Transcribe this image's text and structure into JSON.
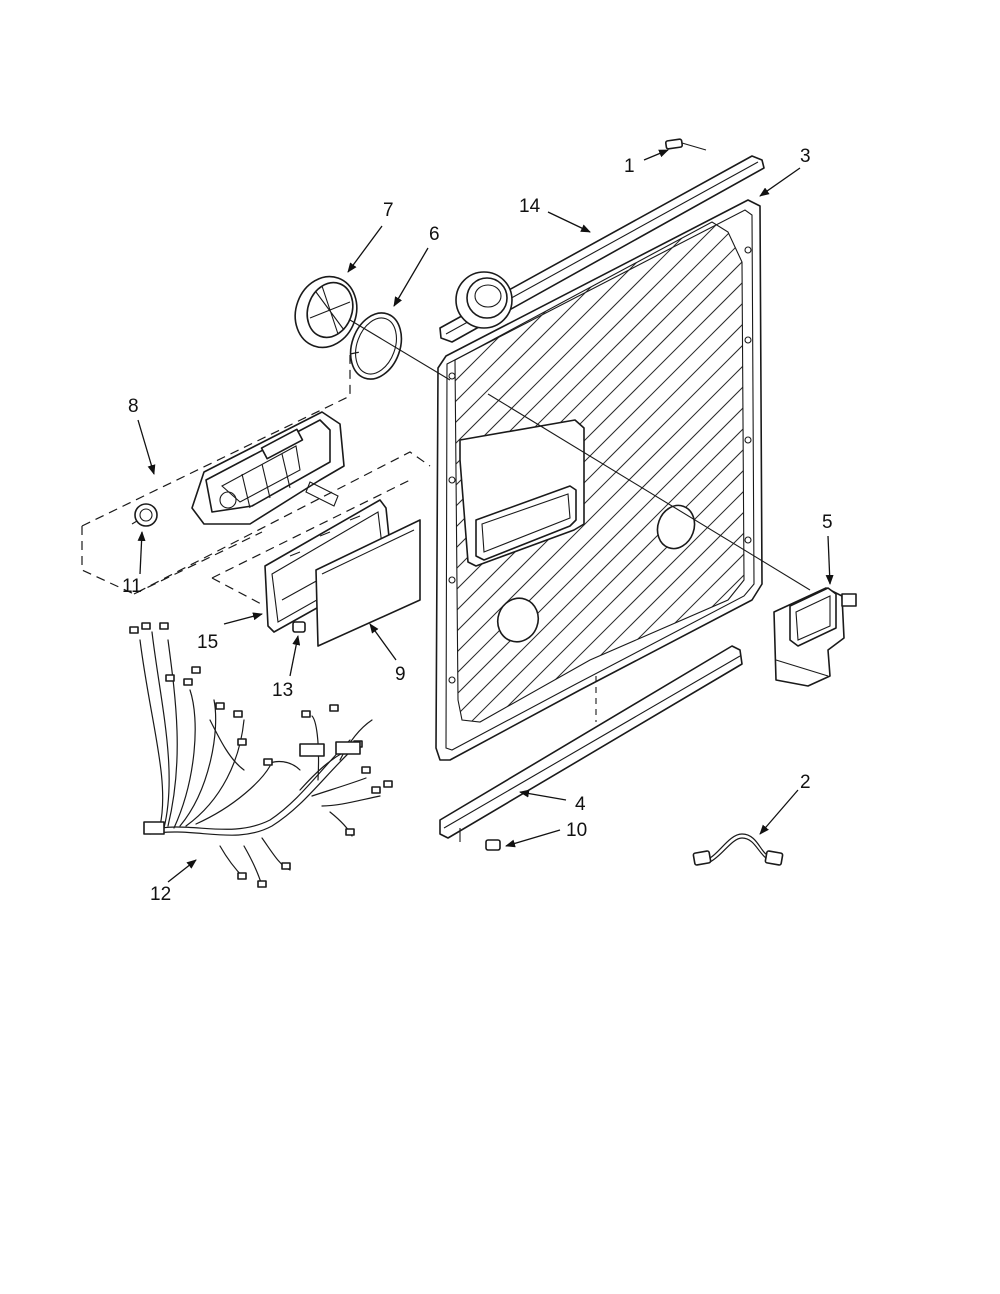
{
  "diagram": {
    "title": "",
    "callouts": {
      "c1": "1",
      "c2": "2",
      "c3": "3",
      "c4": "4",
      "c5": "5",
      "c6": "6",
      "c7": "7",
      "c8": "8",
      "c9": "9",
      "c10": "10",
      "c11": "11",
      "c12": "12",
      "c13": "13",
      "c14": "14",
      "c15": "15"
    }
  },
  "colors": {
    "line": "#1a1a1a",
    "background": "#ffffff"
  }
}
